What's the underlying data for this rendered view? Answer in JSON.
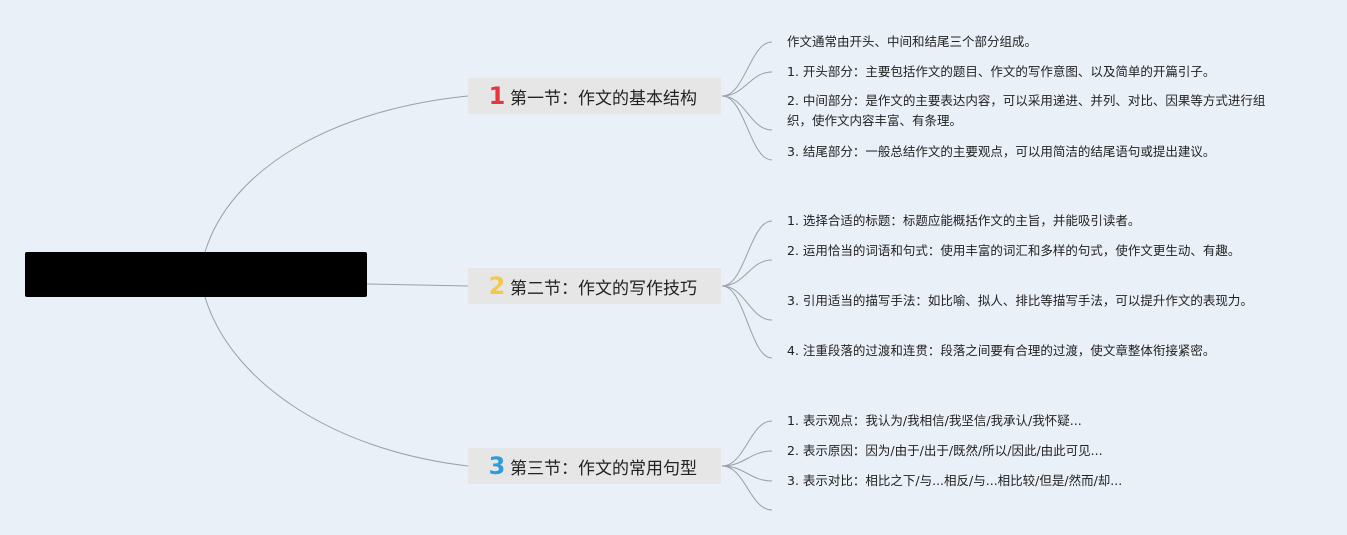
{
  "root": {
    "label": ""
  },
  "sections": [
    {
      "number": "1",
      "title": "第一节：作文的基本结构",
      "items": [
        "作文通常由开头、中间和结尾三个部分组成。",
        "1. 开头部分：主要包括作文的题目、作文的写作意图、以及简单的开篇引子。",
        "2. 中间部分：是作文的主要表达内容，可以采用递进、并列、对比、因果等方式进行组织，使作文内容丰富、有条理。",
        "3. 结尾部分：一般总结作文的主要观点，可以用简洁的结尾语句或提出建议。"
      ]
    },
    {
      "number": "2",
      "title": "第二节：作文的写作技巧",
      "items": [
        "1. 选择合适的标题：标题应能概括作文的主旨，并能吸引读者。",
        "2. 运用恰当的词语和句式：使用丰富的词汇和多样的句式，使作文更生动、有趣。",
        "3. 引用适当的描写手法：如比喻、拟人、排比等描写手法，可以提升作文的表现力。",
        "4. 注重段落的过渡和连贯：段落之间要有合理的过渡，使文章整体衔接紧密。"
      ]
    },
    {
      "number": "3",
      "title": "第三节：作文的常用句型",
      "items": [
        "1. 表示观点：我认为/我相信/我坚信/我承认/我怀疑...",
        "2. 表示原因：因为/由于/出于/既然/所以/因此/由此可见...",
        "3. 表示对比：相比之下/与...相反/与...相比较/但是/然而/却...",
        ""
      ]
    }
  ]
}
